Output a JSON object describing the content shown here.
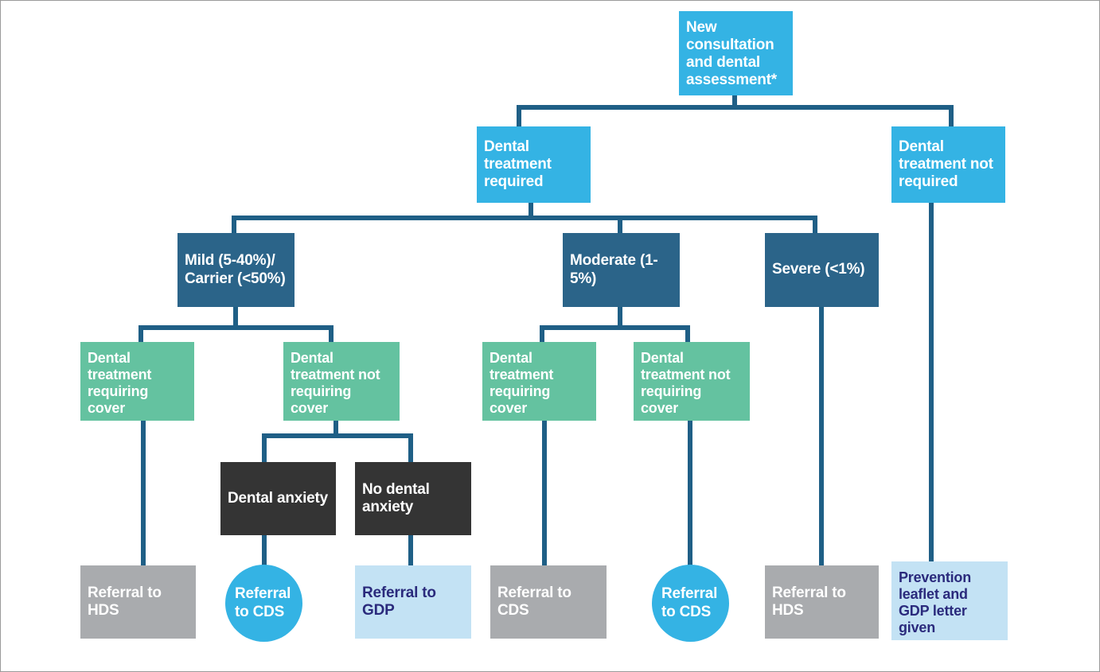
{
  "diagram": {
    "title": "Dental care referral pathway flowchart",
    "colors": {
      "cyan": "#34b3e4",
      "navy_box": "#2b6489",
      "green": "#64c2a0",
      "dark": "#343434",
      "gray": "#a9abae",
      "light_blue": "#c3e2f4",
      "navy_text": "#2a2a7c",
      "connector": "#1f5f86",
      "border": "#9a9a9a"
    },
    "nodes": [
      {
        "id": "root",
        "label": "New consultation and dental assessment*"
      },
      {
        "id": "tx-required",
        "label": "Dental treatment required"
      },
      {
        "id": "tx-not-required",
        "label": "Dental treatment not required"
      },
      {
        "id": "mild",
        "label": "Mild (5-40%)/ Carrier (<50%)"
      },
      {
        "id": "moderate",
        "label": "Moderate (1-5%)"
      },
      {
        "id": "severe",
        "label": "Severe (<1%)"
      },
      {
        "id": "mild-cover",
        "label": "Dental treatment requiring cover"
      },
      {
        "id": "mild-nocover",
        "label": "Dental treatment not requiring cover"
      },
      {
        "id": "mod-cover",
        "label": "Dental treatment requiring cover"
      },
      {
        "id": "mod-nocover",
        "label": "Dental treatment not requiring cover"
      },
      {
        "id": "anxiety",
        "label": "Dental anxiety"
      },
      {
        "id": "no-anxiety",
        "label": "No dental anxiety"
      },
      {
        "id": "ref-hds-1",
        "label": "Referral to HDS"
      },
      {
        "id": "ref-cds-1",
        "label": "Referral to CDS"
      },
      {
        "id": "ref-gdp",
        "label": "Referral to GDP"
      },
      {
        "id": "ref-cds-2",
        "label": "Referral to CDS"
      },
      {
        "id": "ref-cds-3",
        "label": "Referral to CDS"
      },
      {
        "id": "ref-hds-2",
        "label": "Referral to HDS"
      },
      {
        "id": "prevention",
        "label": "Prevention leaflet and GDP letter given"
      }
    ]
  }
}
